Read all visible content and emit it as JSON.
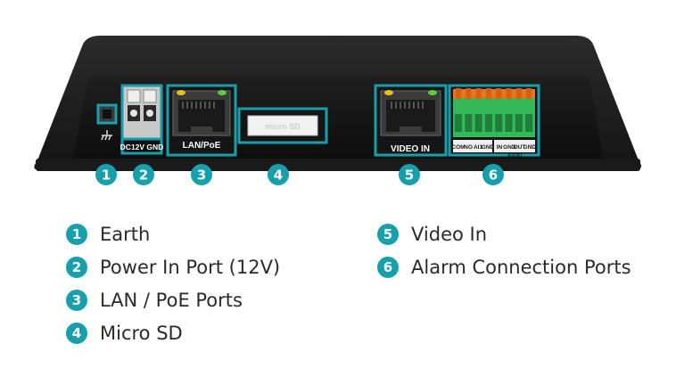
{
  "device": {
    "power_label": "DC12V GND",
    "lan_label": "LAN/PoE",
    "video_label": "VIDEO IN",
    "sd_label": "micro SD",
    "alarm_labels": [
      "COM",
      "NO",
      "AI1",
      "GND"
    ],
    "audio_pins": [
      "IN",
      "GND",
      "OUT",
      "GND"
    ],
    "audio_label": "AUDIO",
    "accent": "#17a0ac"
  },
  "callouts": [
    "1",
    "2",
    "3",
    "4",
    "5",
    "6"
  ],
  "legend": [
    {
      "num": "1",
      "label": "Earth"
    },
    {
      "num": "2",
      "label": "Power In Port (12V)"
    },
    {
      "num": "3",
      "label": "LAN / PoE Ports"
    },
    {
      "num": "4",
      "label": "Micro SD"
    },
    {
      "num": "5",
      "label": "Video In"
    },
    {
      "num": "6",
      "label": "Alarm Connection Ports"
    }
  ]
}
